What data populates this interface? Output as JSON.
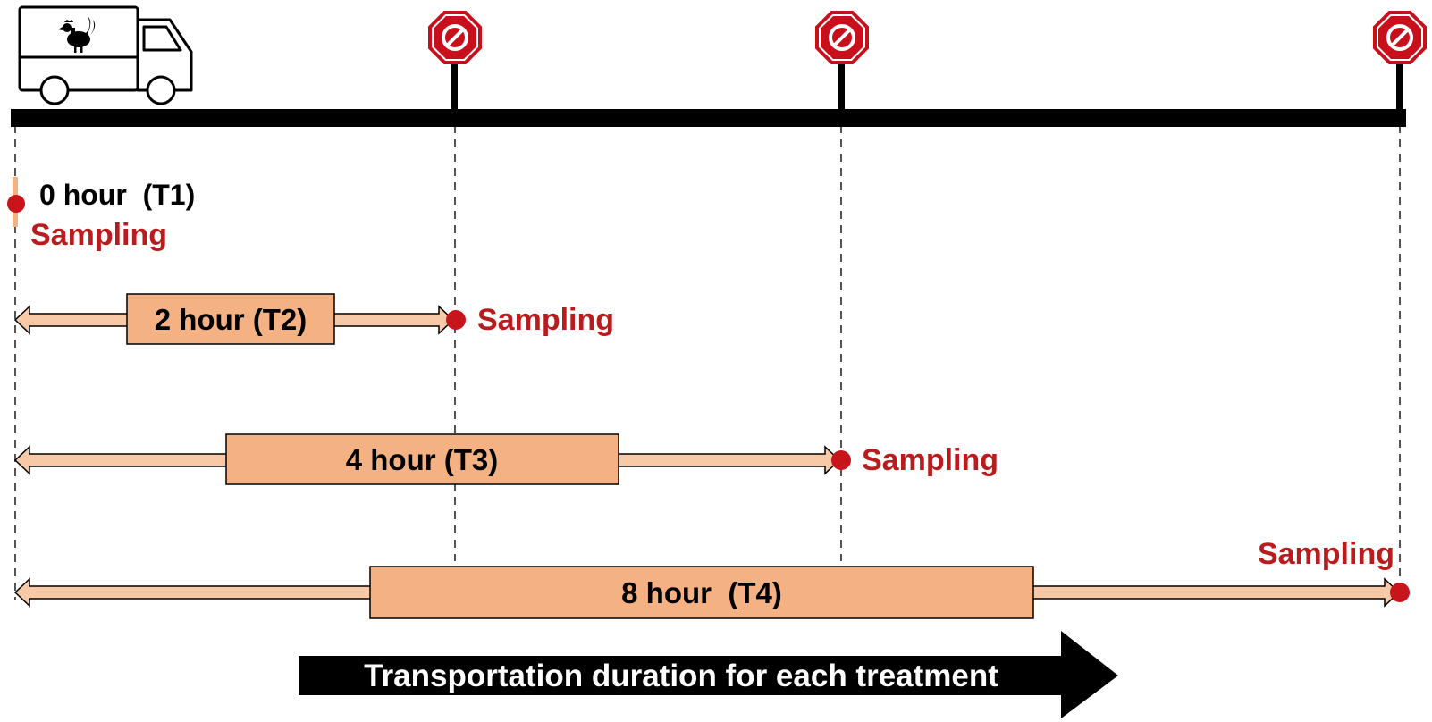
{
  "colors": {
    "timeline": "#000000",
    "stop_sign": "#c8101c",
    "sampling_text": "#b81c1c",
    "sampling_dot": "#c8151b",
    "box_fill": "#f4b183",
    "arrow_fill": "#f7c9a6",
    "dashed": "#555555"
  },
  "icons": {
    "truck": "truck-rooster-icon",
    "stop": "no-entry-stop-sign-icon"
  },
  "treatments": [
    {
      "label": "0 hour  (T1)",
      "sampling": "Sampling"
    },
    {
      "label": "2 hour (T2)",
      "sampling": "Sampling"
    },
    {
      "label": "4 hour (T3)",
      "sampling": "Sampling"
    },
    {
      "label": "8 hour  (T4)",
      "sampling": "Sampling"
    }
  ],
  "footer": {
    "arrow_label": "Transportation duration for each treatment"
  }
}
